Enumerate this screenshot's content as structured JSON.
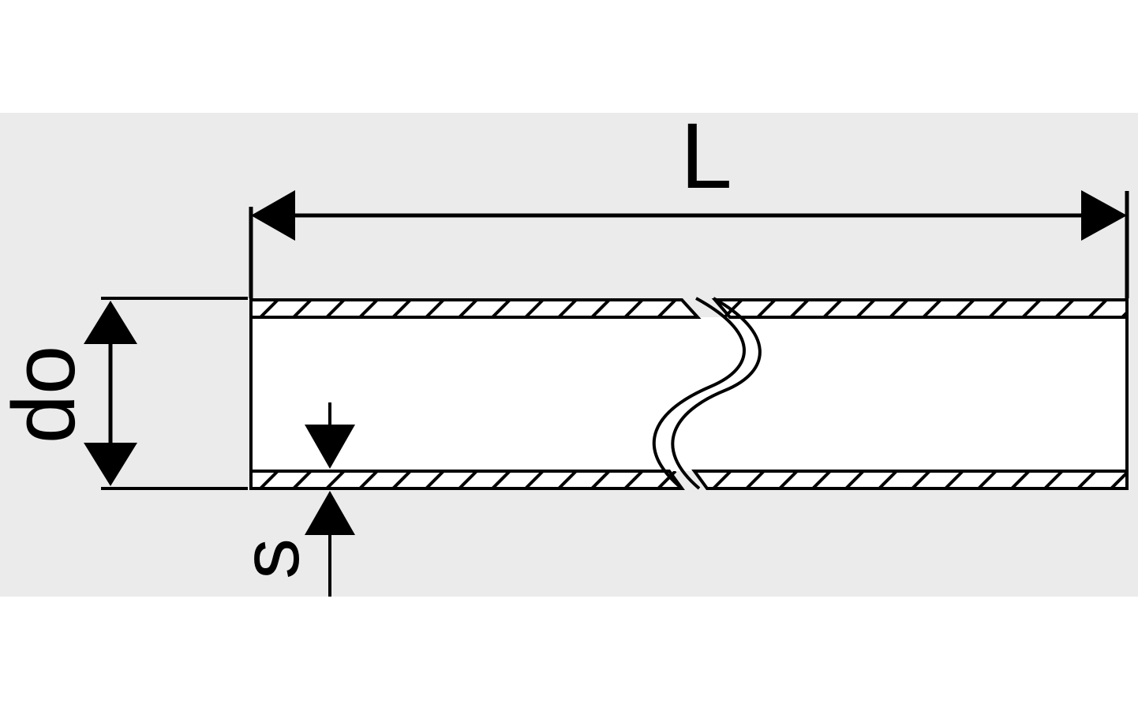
{
  "diagram": {
    "labels": {
      "length": "L",
      "outer_diameter": "do",
      "wall_thickness": "s"
    },
    "colors": {
      "background": "#ffffff",
      "stroke": "#000000",
      "band_background": "#ebebeb"
    }
  }
}
